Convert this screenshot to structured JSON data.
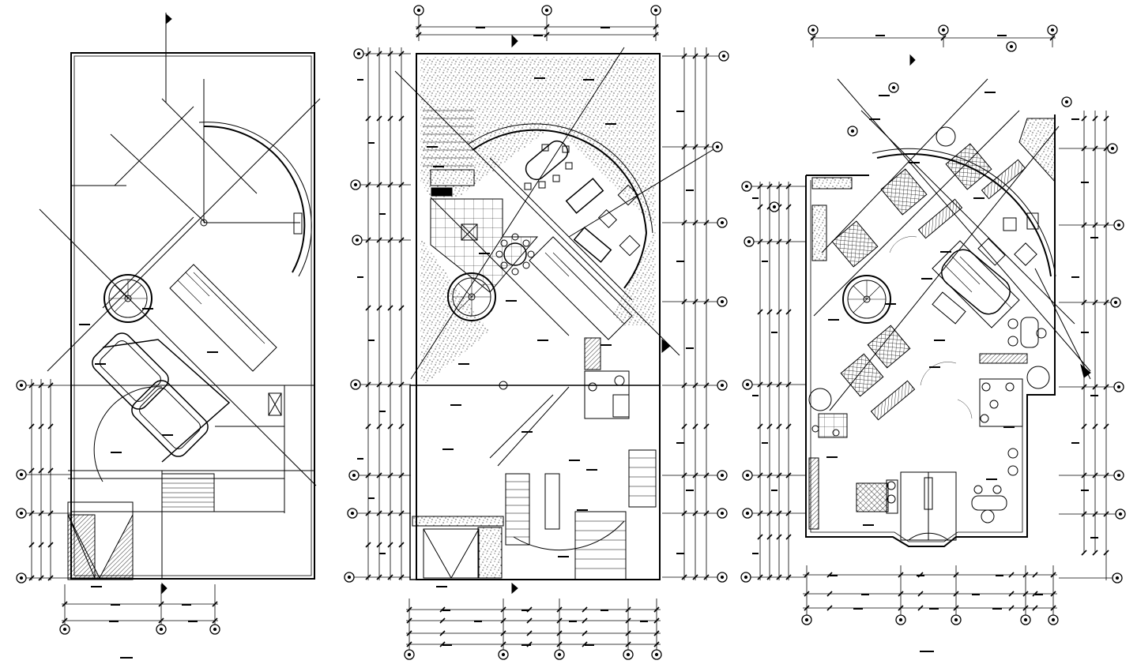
{
  "drawing": {
    "line_color": "#000000",
    "background_color": "#ffffff",
    "plans": [
      {
        "name": "plan-left",
        "label": ""
      },
      {
        "name": "plan-middle",
        "label": ""
      },
      {
        "name": "plan-right",
        "label": ""
      }
    ]
  }
}
